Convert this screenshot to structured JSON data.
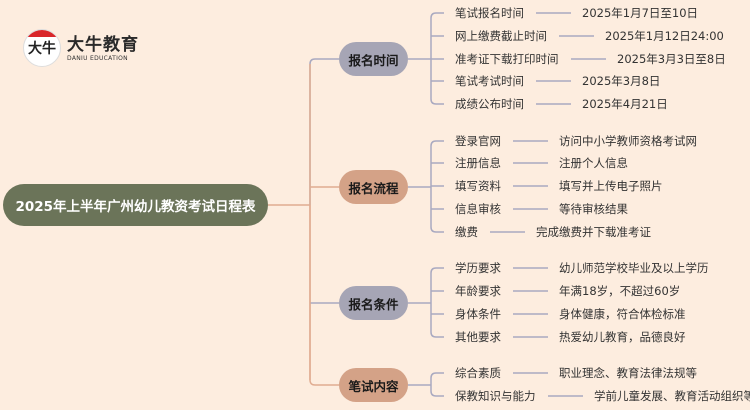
{
  "logo": {
    "mark": "大牛",
    "name": "大牛教育",
    "name_en": "DANIU EDUCATION"
  },
  "root": {
    "title": "2025年上半年广州幼儿教资考试日程表"
  },
  "colors": {
    "background": "#fdeddf",
    "root": "#6b7459",
    "branch_gray": "#a6a5b5",
    "branch_tan": "#d4a287",
    "line_gray": "#a9a9c0",
    "line_tan": "#e0ac91"
  },
  "branches": [
    {
      "label": "报名时间",
      "color": "#a6a5b5",
      "items": [
        {
          "label": "笔试报名时间",
          "value": "2025年1月7日至10日"
        },
        {
          "label": "网上缴费截止时间",
          "value": "2025年1月12日24:00"
        },
        {
          "label": "准考证下载打印时间",
          "value": "2025年3月3日至8日"
        },
        {
          "label": "笔试考试时间",
          "value": "2025年3月8日"
        },
        {
          "label": "成绩公布时间",
          "value": "2025年4月21日"
        }
      ]
    },
    {
      "label": "报名流程",
      "color": "#d4a287",
      "items": [
        {
          "label": "登录官网",
          "value": "访问中小学教师资格考试网"
        },
        {
          "label": "注册信息",
          "value": "注册个人信息"
        },
        {
          "label": "填写资料",
          "value": "填写并上传电子照片"
        },
        {
          "label": "信息审核",
          "value": "等待审核结果"
        },
        {
          "label": "缴费",
          "value": "完成缴费并下载准考证"
        }
      ]
    },
    {
      "label": "报名条件",
      "color": "#a6a5b5",
      "items": [
        {
          "label": "学历要求",
          "value": "幼儿师范学校毕业及以上学历"
        },
        {
          "label": "年龄要求",
          "value": "年满18岁，不超过60岁"
        },
        {
          "label": "身体条件",
          "value": "身体健康，符合体检标准"
        },
        {
          "label": "其他要求",
          "value": "热爱幼儿教育，品德良好"
        }
      ]
    },
    {
      "label": "笔试内容",
      "color": "#d4a287",
      "items": [
        {
          "label": "综合素质",
          "value": "职业理念、教育法律法规等"
        },
        {
          "label": "保教知识与能力",
          "value": "学前儿童发展、教育活动组织等"
        }
      ]
    }
  ]
}
